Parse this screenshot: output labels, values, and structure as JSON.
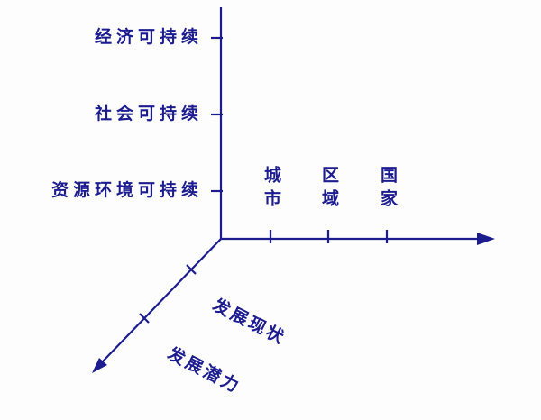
{
  "figure": {
    "title": "sustainability-evaluation-3d-axes",
    "axis_color": "#1c1c8e",
    "background_color": "#fdfdfd",
    "y_axis": {
      "description": "vertical axis with three tick labels",
      "tick_labels": [
        "经济可持续",
        "社会可持续",
        "资源环境可持续"
      ]
    },
    "x_axis": {
      "description": "horizontal axis with arrow and three vertical tick labels",
      "tick_labels": [
        "城市",
        "区域",
        "国家"
      ]
    },
    "z_axis": {
      "description": "diagonal axis pointing down-left with arrow and two rotated tick labels",
      "tick_labels": [
        "发展现状",
        "发展潜力"
      ]
    }
  }
}
